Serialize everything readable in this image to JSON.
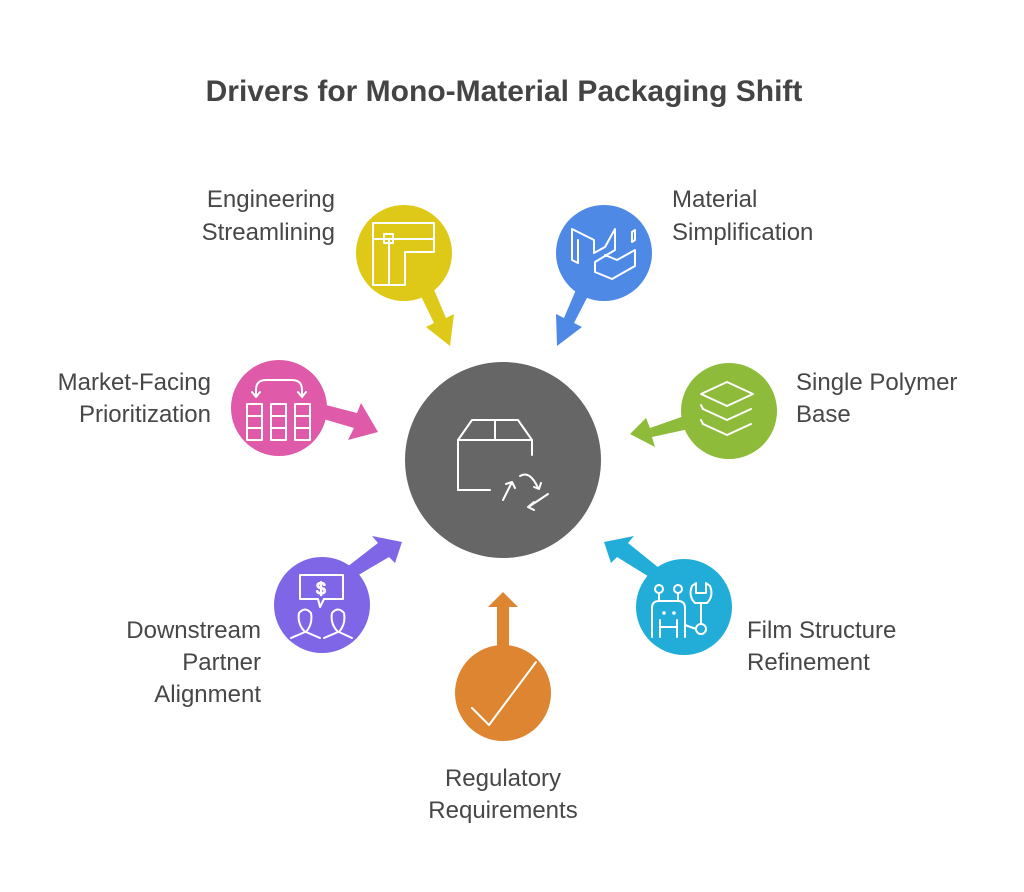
{
  "title": "Drivers for Mono-Material Packaging Shift",
  "center": {
    "icon": "package-recycle-icon",
    "color": "#666666"
  },
  "drivers": [
    {
      "lines": [
        "Engineering",
        "Streamlining"
      ],
      "icon": "floorplan-icon",
      "color": "#DFC918"
    },
    {
      "lines": [
        "Material",
        "Simplification"
      ],
      "icon": "material-blocks-icon",
      "color": "#4E89E6"
    },
    {
      "lines": [
        "Market-Facing",
        "Prioritization"
      ],
      "icon": "columns-swap-icon",
      "color": "#DF5AA8"
    },
    {
      "lines": [
        "Single Polymer",
        "Base"
      ],
      "icon": "layers-icon",
      "color": "#8FBB3A"
    },
    {
      "lines": [
        "Downstream",
        "Partner",
        "Alignment"
      ],
      "icon": "people-money-icon",
      "color": "#7F66E6"
    },
    {
      "lines": [
        "Film Structure",
        "Refinement"
      ],
      "icon": "robot-wrench-icon",
      "color": "#22ADD9"
    },
    {
      "lines": [
        "Regulatory",
        "Requirements"
      ],
      "icon": "checkmark-icon",
      "color": "#DE8532"
    }
  ]
}
